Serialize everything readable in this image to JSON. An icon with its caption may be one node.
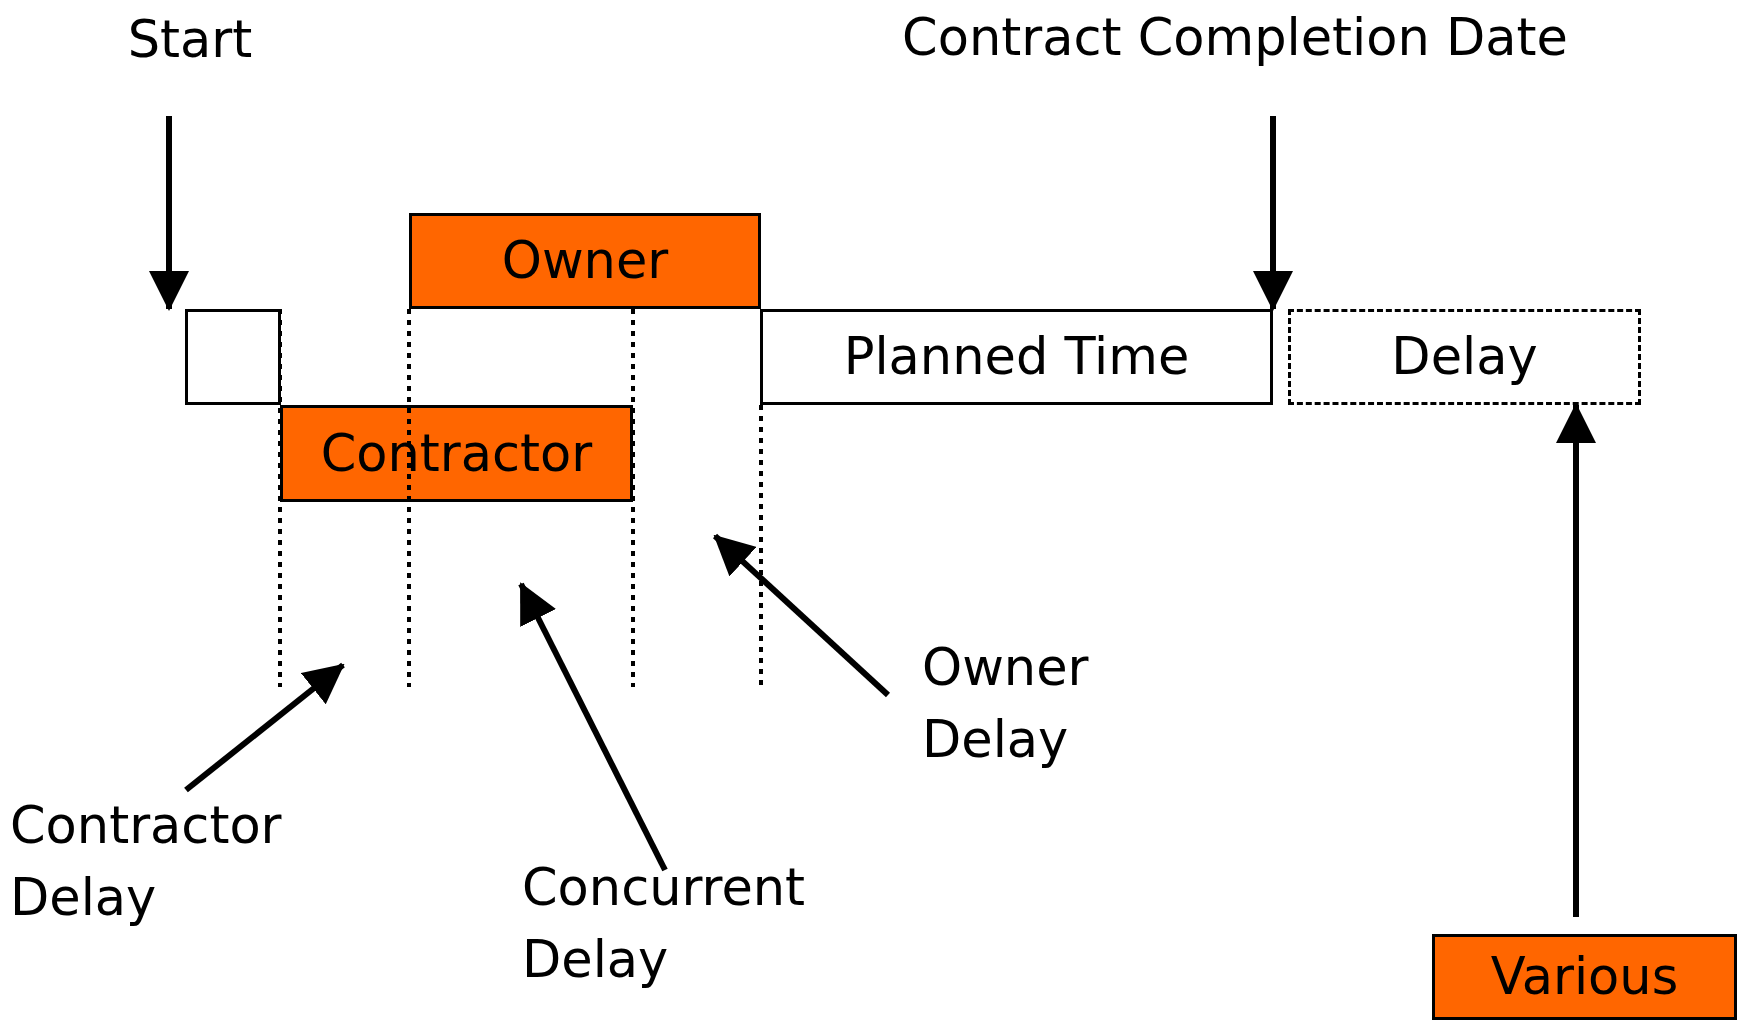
{
  "diagram": {
    "nodes": [
      {
        "text": [
          "Start"
        ]
      },
      {
        "text": [
          "Contract Completion Date"
        ]
      },
      {
        "text": [
          "Owner"
        ]
      },
      {
        "text": [],
        "shape": "box"
      },
      {
        "text": [
          "Planned Time"
        ]
      },
      {
        "text": [
          "Delay"
        ]
      },
      {
        "text": [
          "Contractor"
        ]
      },
      {
        "text": [
          "Contractor Delay"
        ]
      },
      {
        "text": [
          "Concurrent Delay"
        ]
      },
      {
        "text": [
          "Owner Delay"
        ]
      },
      {
        "text": [
          "Various"
        ]
      }
    ],
    "edges": [
      {
        "from": 0,
        "to": 3,
        "arrow": "to"
      },
      {
        "from": 1,
        "to": 4,
        "arrow": "to"
      },
      {
        "from": 7,
        "to": null,
        "arrow": "to"
      },
      {
        "from": 8,
        "to": null,
        "arrow": "to"
      },
      {
        "from": 9,
        "to": null,
        "arrow": "to"
      },
      {
        "from": 10,
        "to": 5,
        "arrow": "to"
      }
    ]
  }
}
